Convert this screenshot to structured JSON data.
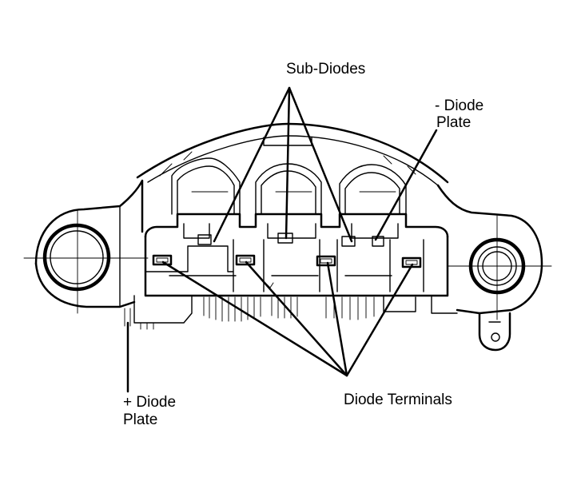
{
  "labels": {
    "sub_diodes": "Sub-Diodes",
    "neg_plate_line1": "- Diode",
    "neg_plate_line2": "Plate",
    "pos_plate_line1": "+ Diode",
    "pos_plate_line2": "Plate",
    "diode_terminals": "Diode Terminals"
  },
  "colors": {
    "ink": "#000000",
    "paper": "#ffffff"
  }
}
